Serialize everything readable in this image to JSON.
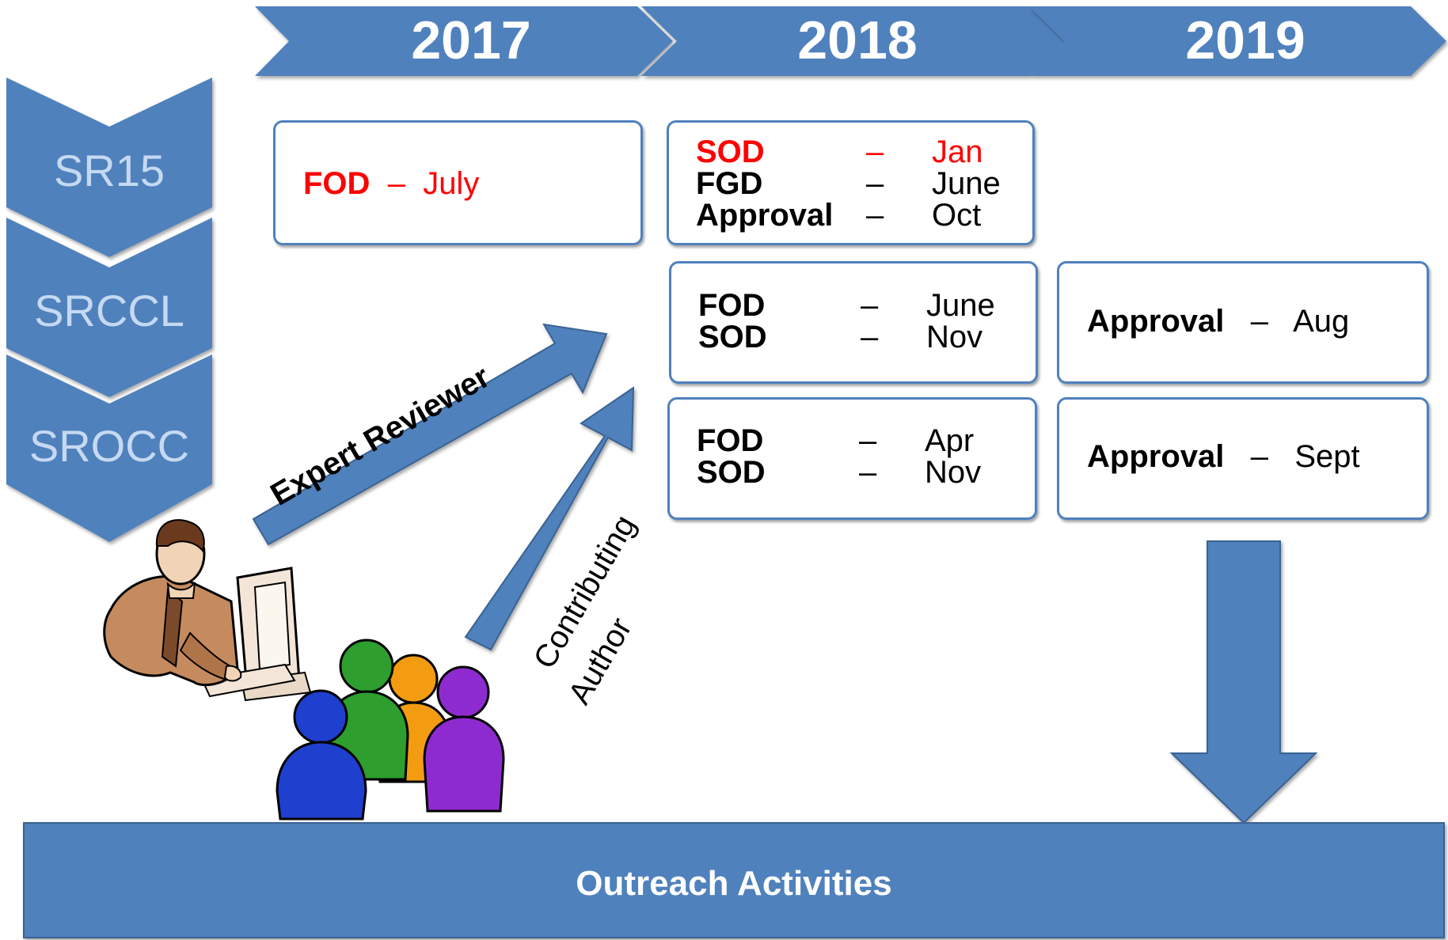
{
  "colors": {
    "accent": "#4F81BD",
    "highlight": "#FF0000",
    "chevron_text": "#C6D9F1"
  },
  "timeline": {
    "years": [
      "2017",
      "2018",
      "2019"
    ]
  },
  "reports": [
    "SR15",
    "SRCCL",
    "SROCC"
  ],
  "milestones": {
    "sr15_2017": {
      "label": "FOD",
      "dash": "–",
      "month": "July"
    },
    "sr15_2018": [
      {
        "label": "SOD",
        "dash": "–",
        "month": "Jan"
      },
      {
        "label": "FGD",
        "dash": "–",
        "month": "June"
      },
      {
        "label": "Approval",
        "dash": "–",
        "month": "Oct"
      }
    ],
    "srccl_2018": [
      {
        "label": "FOD",
        "dash": "–",
        "month": "June"
      },
      {
        "label": "SOD",
        "dash": "–",
        "month": "Nov"
      }
    ],
    "srccl_2019": {
      "label": "Approval",
      "dash": "–",
      "month": "Aug"
    },
    "srocc_2018": [
      {
        "label": "FOD",
        "dash": "–",
        "month": "Apr"
      },
      {
        "label": "SOD",
        "dash": "–",
        "month": "Nov"
      }
    ],
    "srocc_2019": {
      "label": "Approval",
      "dash": "–",
      "month": "Sept"
    }
  },
  "arrows": {
    "expert_reviewer": "Expert Reviewer",
    "contributing_line1": "Contributing",
    "contributing_line2": "Author"
  },
  "outreach": {
    "label": "Outreach Activities"
  }
}
